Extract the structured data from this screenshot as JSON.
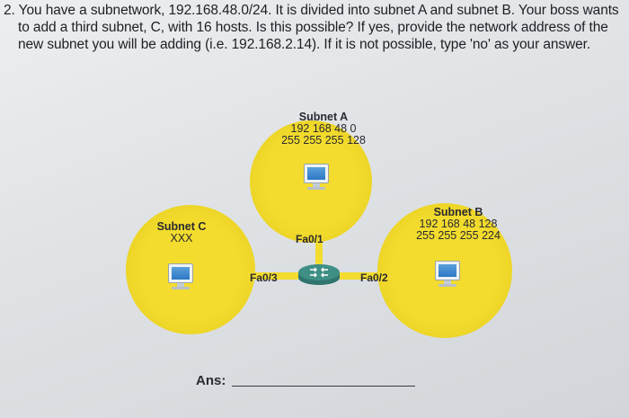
{
  "question": {
    "line1": "2. You have a subnetwork, 192.168.48.0/24. It is divided into subnet A and subnet B. Your boss wants",
    "line2": "to add a third subnet, C, with 16 hosts. Is this possible? If yes, provide the network address of the",
    "line3": "new subnet you will be adding (i.e. 192.168.2.14). If it is not possible, type 'no' as your answer."
  },
  "diagram": {
    "subnet_a": {
      "name": "Subnet A",
      "address": "192 168 48 0",
      "mask": "255 255 255 128"
    },
    "subnet_b": {
      "name": "Subnet B",
      "address": "192 168 48 128",
      "mask": "255 255 255 224"
    },
    "subnet_c": {
      "name": "Subnet C",
      "address": "XXX"
    },
    "ports": {
      "fa01": "Fa0/1",
      "fa02": "Fa0/2",
      "fa03": "Fa0/3"
    },
    "colors": {
      "circle": "#f3dc2e",
      "router": "#3f8f86",
      "screen": "#2d78c4"
    },
    "icons": {
      "pc": "computer-monitor-icon",
      "router": "router-icon"
    }
  },
  "answer": {
    "label": "Ans:",
    "value": ""
  }
}
